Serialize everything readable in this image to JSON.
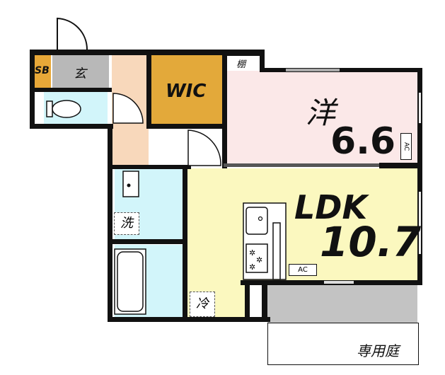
{
  "floorplan": {
    "rooms": {
      "shoebox": {
        "label": "SB",
        "color": "#e8a838"
      },
      "entrance": {
        "label": "玄",
        "color": "#b8b8b8"
      },
      "wic": {
        "label": "WIC",
        "color": "#e3a93a"
      },
      "shelf": {
        "label": "棚"
      },
      "western": {
        "label": "洋",
        "size": "6.6",
        "color": "#fbe8e8"
      },
      "ldk": {
        "label": "LDK",
        "size": "10.7",
        "color": "#fbf8bf"
      },
      "hallway": {
        "color": "#f8d8bb"
      },
      "toilet": {
        "color": "#d2f5fa"
      },
      "washroom": {
        "color": "#d2f5fa"
      },
      "bathroom": {
        "color": "#d2f5fa"
      },
      "balcony": {
        "color": "#c3c3c3"
      },
      "garden": {
        "label": "専用庭"
      }
    },
    "fixtures": {
      "washer": "洗",
      "fridge": "冷",
      "ac_western": "AC",
      "ac_ldk": "AC"
    }
  }
}
